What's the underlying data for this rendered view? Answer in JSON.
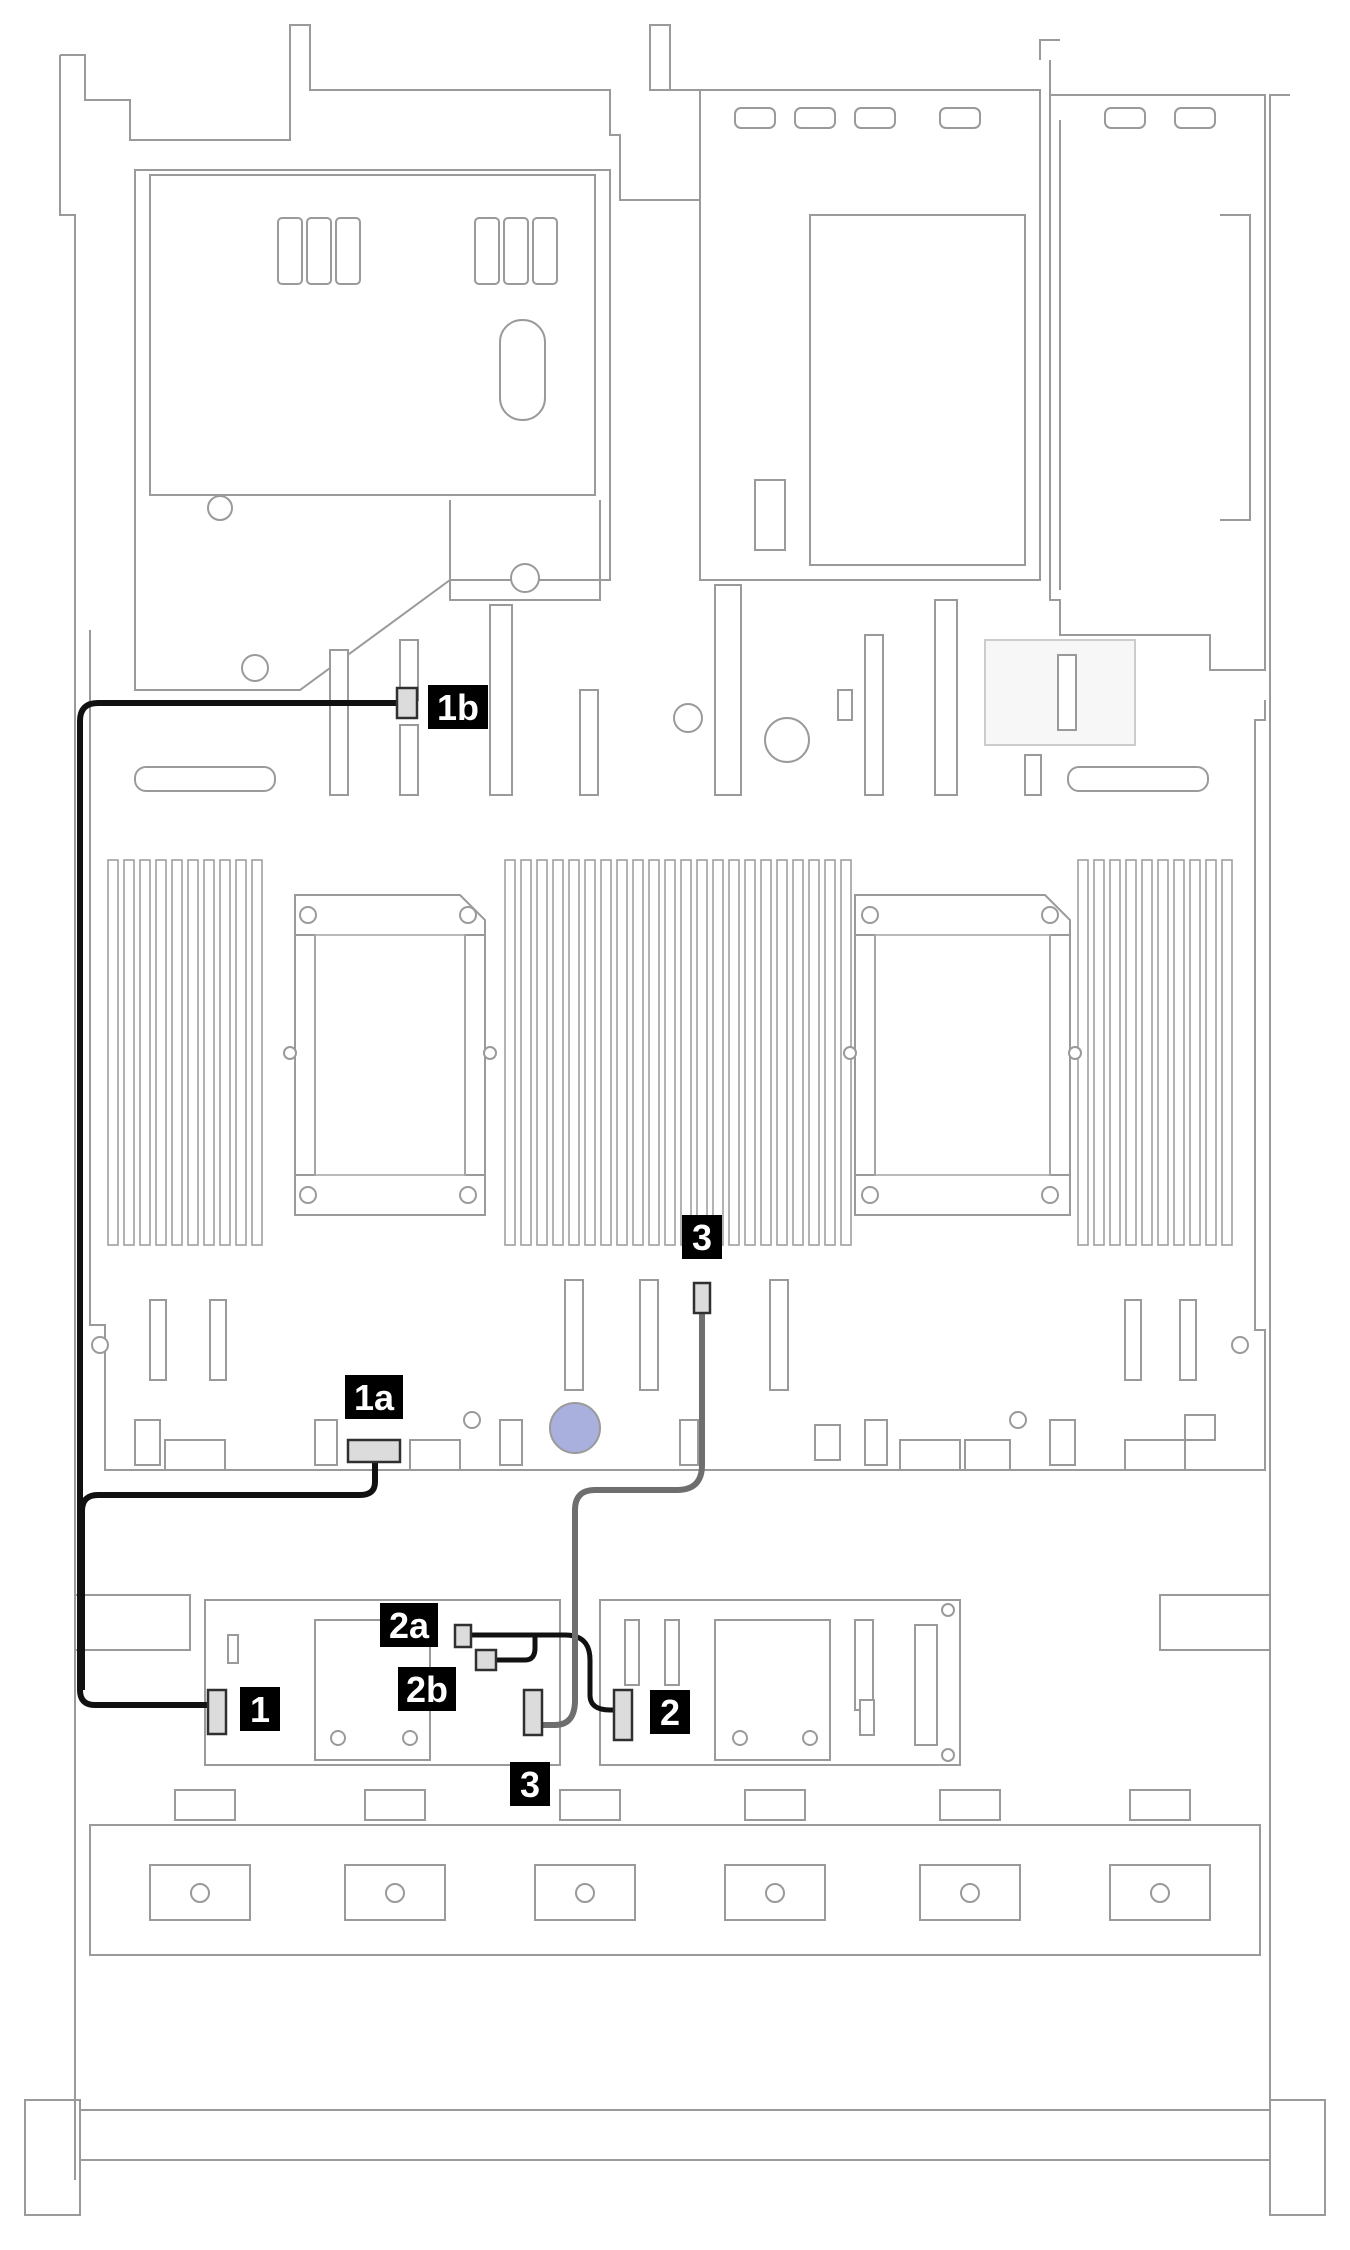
{
  "callouts": {
    "c1": "1",
    "c1a": "1a",
    "c1b": "1b",
    "c2": "2",
    "c2a": "2a",
    "c2b": "2b",
    "c3_top": "3",
    "c3_bottom": "3"
  },
  "colors": {
    "outline": "#9a9a9a",
    "cable_black": "#111111",
    "cable_gray": "#6e6e6e",
    "callout_bg": "#000000",
    "callout_text": "#ffffff",
    "accent_blue": "#aab0dd"
  }
}
